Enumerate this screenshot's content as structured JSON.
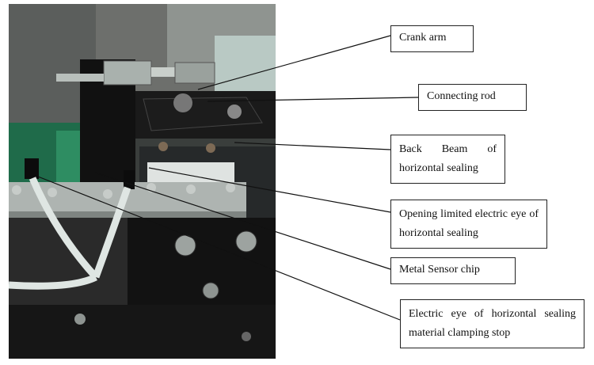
{
  "labels": {
    "crank_arm": "Crank arm",
    "connecting_rod": "Connecting rod",
    "back_beam": "Back Beam of horizontal sealing",
    "opening_eye": "Opening limited electric eye of horizontal sealing",
    "metal_chip": "Metal Sensor chip",
    "clamping_eye": "Electric eye of horizontal sealing material clamping stop"
  }
}
